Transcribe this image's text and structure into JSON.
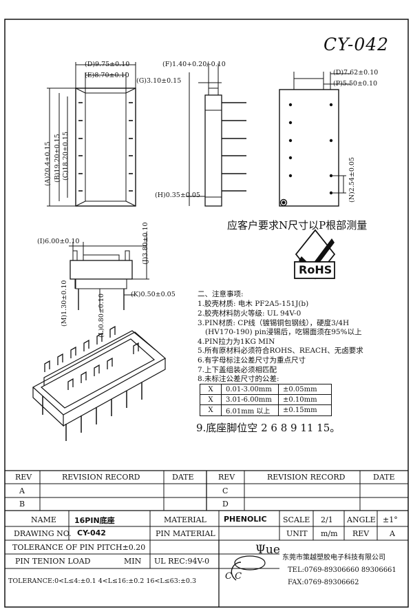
{
  "title": "CY-042",
  "dims": {
    "D": "(D)9.75±0.10",
    "E": "(E)8.70±0.10",
    "F": "(F)1.40+0.20/-0.10",
    "G": "(G)3.10±0.15",
    "D2": "(D)7.62±0.10",
    "P": "(P)5.50±0.10",
    "A": "(A)20.4±0.15",
    "B": "(B)19.20±0.15",
    "C": "(C)18.20±0.15",
    "H": "(H)0.35±0.05",
    "N": "(N)2.54±0.05",
    "I": "(I)6.00±0.10",
    "J": "(J)3.80±0.10",
    "K": "(K)0.50±0.05",
    "M": "(M)1.30±0.10",
    "L": "(L)0.80±0.10"
  },
  "customer_note": "应客户要求N尺寸以P根部测量",
  "rohs_label": "RoHS",
  "notes": {
    "heading": "二、注意事项:",
    "items": [
      "1.胶壳材质: 电木  PF2A5-151J(b)",
      "2.胶壳材料防火等级: UL  94V-0",
      "3.PIN材质: CP线（镀锡铜包钢线），硬度3/4H",
      "(HV170-190) pin浸锡后，吃锡面须在95%以上",
      "4.PIN拉力为1KG  MIN",
      "5.所有原材料必须符合ROHS、REACH、无卤要求",
      "6.有字母标注公差尺寸为重点尺寸",
      "7.上下盖组装必须相匹配",
      "8.未标注公差尺寸的公差:"
    ]
  },
  "tolerance_table": [
    {
      "x": "X",
      "range": "0.01-3.00mm",
      "value": "±0.05mm"
    },
    {
      "x": "X",
      "range": "3.01-6.00mm",
      "value": "±0.10mm"
    },
    {
      "x": "X",
      "range": "6.01mm 以上",
      "value": "±0.15mm"
    }
  ],
  "note9": "9.底座脚位空  2 6 8 9 11 15。",
  "revision": {
    "rev_label": "REV",
    "record_label": "REVISION RECORD",
    "date_label": "DATE",
    "rows_left": [
      "A",
      "B"
    ],
    "rows_right": [
      "C",
      "D"
    ]
  },
  "title_block": {
    "name_label": "NAME",
    "name_value": "16PIN底座",
    "material_label": "MATERIAL",
    "material_value": "PHENOLIC",
    "scale_label": "SCALE",
    "scale_value": "2/1",
    "angle_label": "ANGLE",
    "angle_value": "±1°",
    "drawing_label": "DRAWING NO.",
    "drawing_value": "CY-042",
    "pin_material_label": "PIN MATERIAL",
    "unit_label": "UNIT",
    "unit_value": "m/m",
    "rev_label": "REV",
    "rev_value": "A",
    "pitch_tolerance": "TOLERANCE OF PIN PITCH±0.20",
    "pin_tension_label": "PIN TENION LOAD",
    "pin_tension_min": "MIN",
    "ul_rec": "UL REC:94V-0",
    "company": "东莞市策越塑胶电子科技有限公司",
    "tel": "TEL:0769-89306660 89306661",
    "fax": "FAX:0769-89306662",
    "tolerance_line": "TOLERANCE:0<L≤4:±0.1  4<L≤16:±0.2  16<L≤63:±0.3",
    "logo_text": "Ψue",
    "logo_sub": "C C"
  }
}
